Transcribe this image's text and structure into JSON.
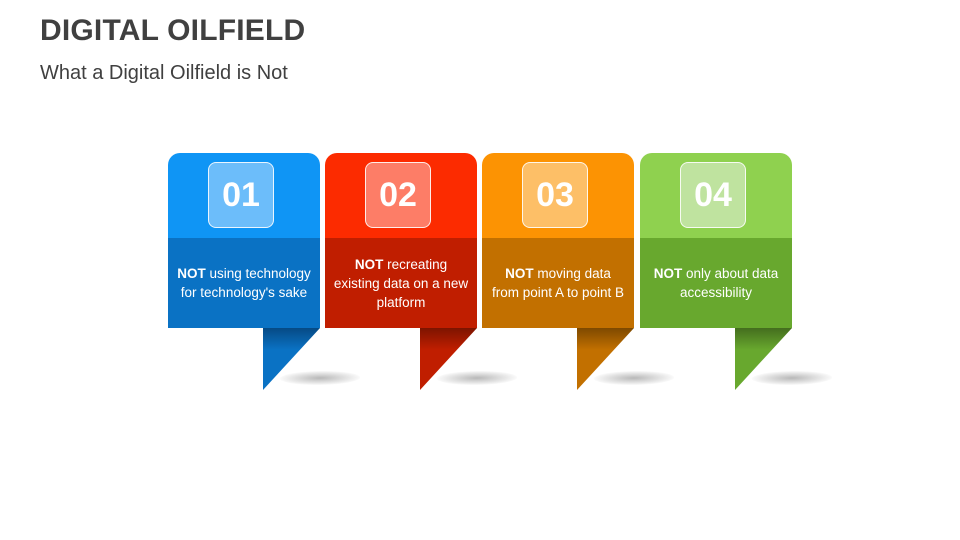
{
  "header": {
    "title": "DIGITAL OILFIELD",
    "subtitle": "What a Digital Oilfield is Not"
  },
  "cards": [
    {
      "number": "01",
      "bold": "NOT",
      "text": " using technology for technology's sake",
      "colors": {
        "head": "#0f95f5",
        "badge": "#6cbdfa",
        "body": "#0a72c4",
        "tail": "#0a72c4"
      }
    },
    {
      "number": "02",
      "bold": "NOT",
      "text": " recreating existing data on a new platform",
      "colors": {
        "head": "#fc2b00",
        "badge": "#fd7d67",
        "body": "#c01e00",
        "tail": "#c01e00"
      }
    },
    {
      "number": "03",
      "bold": "NOT",
      "text": " moving data from point A to point B",
      "colors": {
        "head": "#fc9303",
        "badge": "#fdbf67",
        "body": "#c27000",
        "tail": "#c27000"
      }
    },
    {
      "number": "04",
      "bold": "NOT",
      "text": " only about data accessibility",
      "colors": {
        "head": "#8fd14f",
        "badge": "#bfe39f",
        "body": "#68a82e",
        "tail": "#68a82e"
      }
    }
  ]
}
